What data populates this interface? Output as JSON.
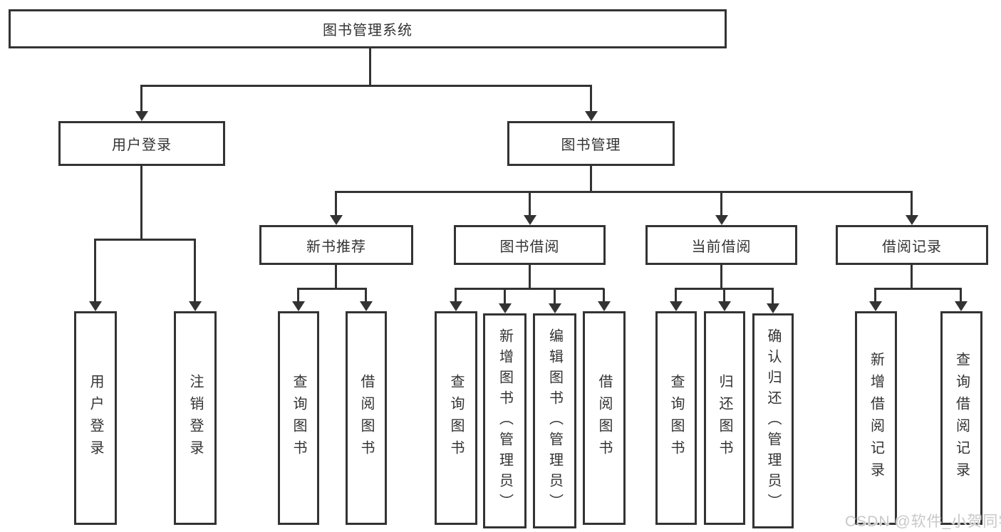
{
  "nodes": {
    "root": "图书管理系统",
    "level2": [
      "用户登录",
      "图书管理"
    ],
    "level3": [
      "新书推荐",
      "图书借阅",
      "当前借阅",
      "借阅记录"
    ],
    "leaves": [
      "用户登录",
      "注销登录",
      "查询图书",
      "借阅图书",
      "查询图书",
      "新增图书（管理员）",
      "编辑图书（管理员）",
      "借阅图书",
      "查询图书",
      "归还图书",
      "确认归还（管理员）",
      "新增借阅记录",
      "查询借阅记录"
    ]
  },
  "watermark": "CSDN @软件_小贺同学",
  "colors": {
    "line": "#333333",
    "text": "#333333",
    "box_background": "#ffffff",
    "page_background": "#ffffff",
    "watermark": "#c8c8c8"
  }
}
